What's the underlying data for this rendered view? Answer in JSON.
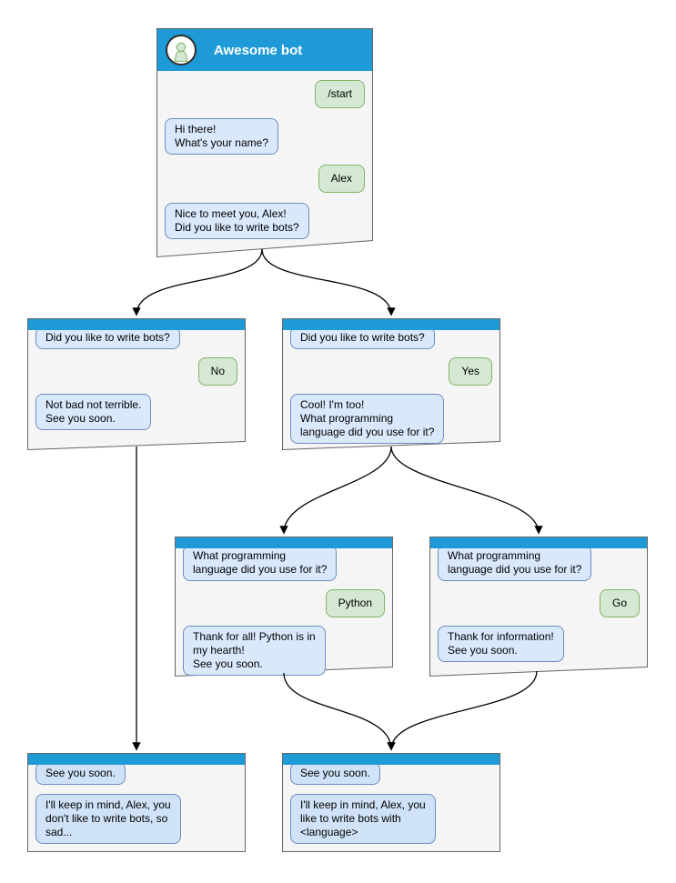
{
  "bot": {
    "name": "Awesome bot",
    "avatar_icon": "person-icon"
  },
  "colors": {
    "header_blue": "#1e9bd7",
    "window_fill": "#f5f5f5",
    "window_border": "#666666",
    "bot_bubble_fill": "#dae8fc",
    "bot_bubble_border": "#6c8ebf",
    "final_bot_bubble_fill": "#cfe2f7",
    "user_bubble_fill": "#d5e8d4",
    "user_bubble_border": "#82b366",
    "connector": "#000000"
  },
  "windows": [
    {
      "id": "main",
      "title": "Awesome bot",
      "messages": [
        {
          "from": "user",
          "text": "/start"
        },
        {
          "from": "bot",
          "text": "Hi there!\nWhat's your name?"
        },
        {
          "from": "user",
          "text": "Alex"
        },
        {
          "from": "bot",
          "text": "Nice to meet you, Alex!\nDid you like to write bots?"
        }
      ]
    },
    {
      "id": "branch-no",
      "messages": [
        {
          "from": "bot",
          "text": "Did you like to write bots?"
        },
        {
          "from": "user",
          "text": "No"
        },
        {
          "from": "bot",
          "text": "Not bad not terrible.\nSee you soon."
        }
      ]
    },
    {
      "id": "branch-yes",
      "messages": [
        {
          "from": "bot",
          "text": "Did you like to write bots?"
        },
        {
          "from": "user",
          "text": "Yes"
        },
        {
          "from": "bot",
          "text": "Cool! I'm too!\nWhat programming\nlanguage did you use for it?"
        }
      ]
    },
    {
      "id": "branch-python",
      "messages": [
        {
          "from": "bot",
          "text": "What programming\nlanguage did you use for it?"
        },
        {
          "from": "user",
          "text": "Python"
        },
        {
          "from": "bot",
          "text": "Thank for all! Python is in\nmy hearth!\nSee you soon."
        }
      ]
    },
    {
      "id": "branch-go",
      "messages": [
        {
          "from": "bot",
          "text": "What programming\nlanguage did you use for it?"
        },
        {
          "from": "user",
          "text": "Go"
        },
        {
          "from": "bot",
          "text": "Thank for information!\nSee you soon."
        }
      ]
    },
    {
      "id": "final-no",
      "messages": [
        {
          "from": "bot",
          "text": "See you soon."
        },
        {
          "from": "bot",
          "text": "I'll keep in mind, Alex, you\ndon't like to write bots, so\nsad..."
        }
      ]
    },
    {
      "id": "final-yes",
      "messages": [
        {
          "from": "bot",
          "text": "See you soon."
        },
        {
          "from": "bot",
          "text": "I'll keep in mind, Alex, you\nlike to write bots with\n<language>"
        }
      ]
    }
  ],
  "edges": [
    {
      "from": "main",
      "to": "branch-no"
    },
    {
      "from": "main",
      "to": "branch-yes"
    },
    {
      "from": "branch-yes",
      "to": "branch-python"
    },
    {
      "from": "branch-yes",
      "to": "branch-go"
    },
    {
      "from": "branch-no",
      "to": "final-no"
    },
    {
      "from": "branch-python",
      "to": "final-yes"
    },
    {
      "from": "branch-go",
      "to": "final-yes"
    }
  ]
}
